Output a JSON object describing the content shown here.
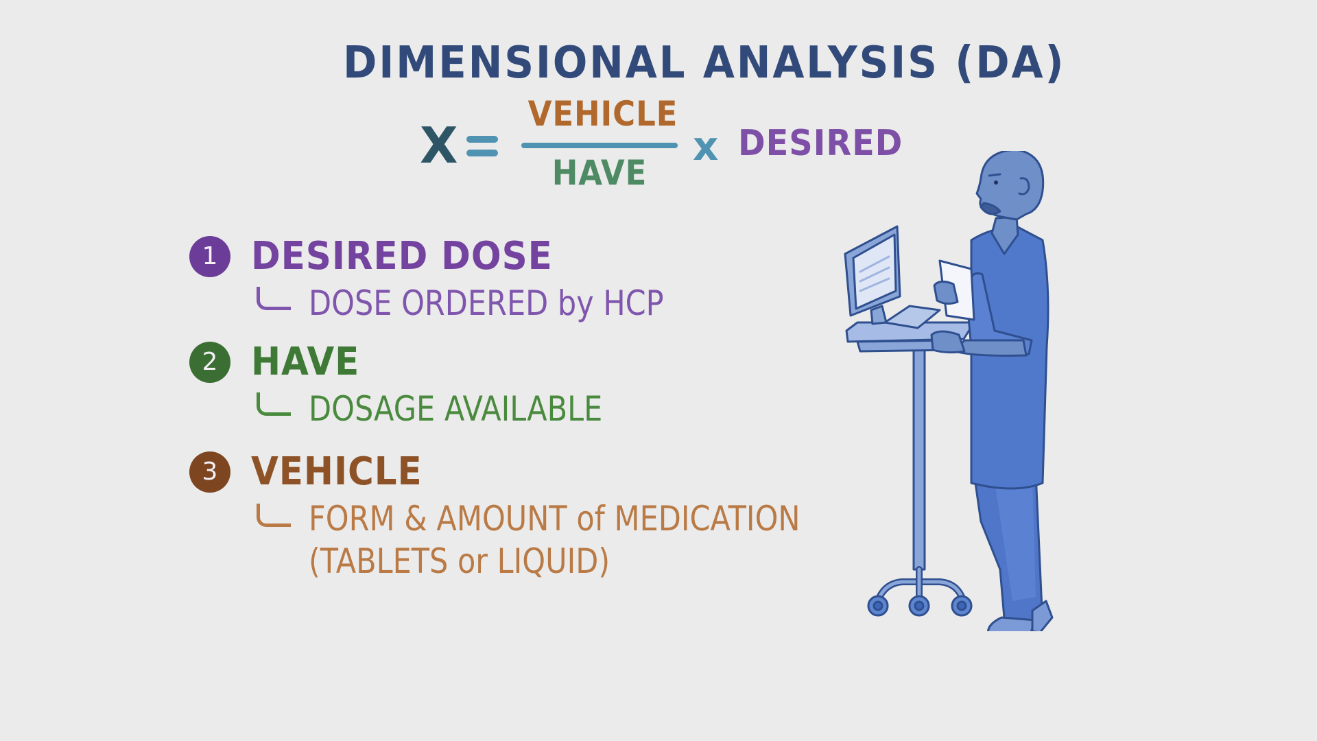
{
  "title": "DIMENSIONAL ANALYSIS (DA)",
  "equation": {
    "lhs": "X",
    "equals": "=",
    "numerator": "VEHICLE",
    "denominator": "HAVE",
    "times": "x",
    "multiplier": "DESIRED"
  },
  "steps": [
    {
      "number": "1",
      "heading": "DESIRED DOSE",
      "detail_lines": [
        "DOSE ORDERED by HCP"
      ],
      "color": "#7443a0"
    },
    {
      "number": "2",
      "heading": "HAVE",
      "detail_lines": [
        "DOSAGE AVAILABLE"
      ],
      "color": "#3e7a35"
    },
    {
      "number": "3",
      "heading": "VEHICLE",
      "detail_lines": [
        "FORM & AMOUNT of MEDICATION",
        "(TABLETS or LIQUID)"
      ],
      "color": "#8e5227"
    }
  ],
  "illustration": {
    "subject": "nurse in scrubs standing at a computer workstation on wheels, holding a paper",
    "colors": {
      "scrubs": "#5079cc",
      "skin": "#6f8fc9",
      "outline": "#2f4f8f",
      "cart": "#8aa6d9"
    }
  },
  "colors": {
    "background": "#ebebeb",
    "title": "#324a7a",
    "vehicle": "#b0682c",
    "have": "#4e8a63",
    "desired": "#7e4fa6",
    "operator": "#4f92b1"
  }
}
